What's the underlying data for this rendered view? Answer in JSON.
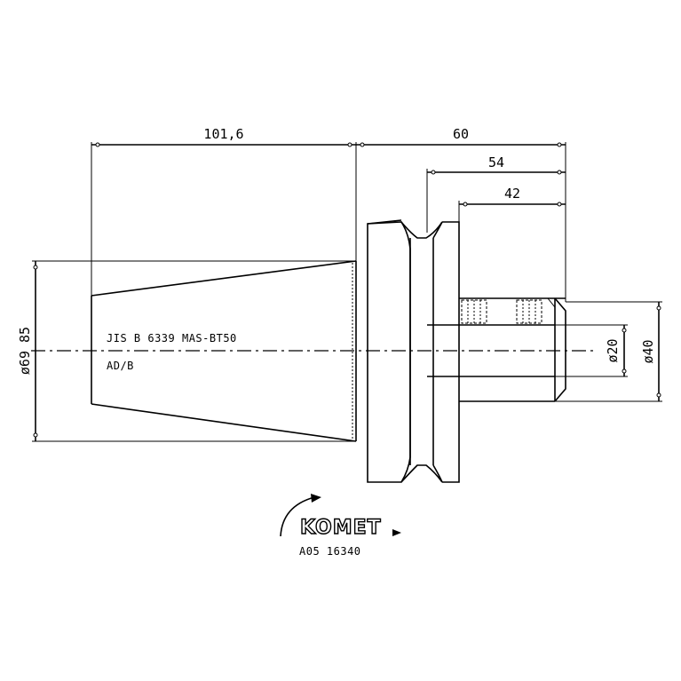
{
  "dimensions": {
    "total_taper_length": "101,6",
    "overall_length": "60",
    "length_54": "54",
    "length_42": "42",
    "taper_diameter": "ø69 85",
    "bore_diameter": "ø20",
    "shank_diameter": "ø40"
  },
  "notes": {
    "standard": "ЈIЅ B 6339 MAS-BT50",
    "form": "AD/B"
  },
  "brand": {
    "logo_text": "KOMET",
    "part_number": "A05 16340"
  }
}
